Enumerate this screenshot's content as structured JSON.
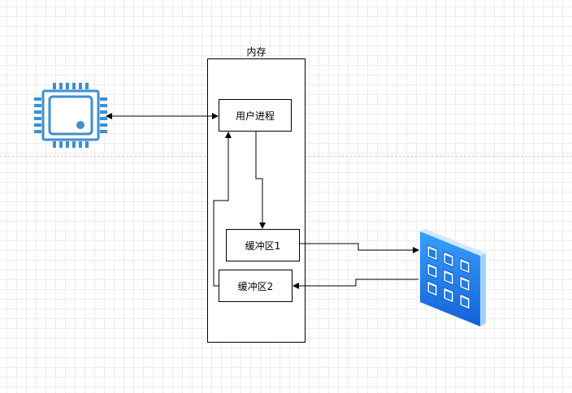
{
  "diagram": {
    "memory": {
      "label": "内存"
    },
    "nodes": {
      "user_process": "用户进程",
      "buffer1": "缓冲区1",
      "buffer2": "缓冲区2"
    },
    "icons": {
      "cpu": "cpu-chip-icon",
      "storage": "disk-array-icon"
    },
    "colors": {
      "cpu": "#3c8fd0",
      "storage_front": "#1f7fe6",
      "storage_side": "#9fd0ff",
      "storage_top": "#cfe8ff",
      "line": "#000000"
    }
  }
}
